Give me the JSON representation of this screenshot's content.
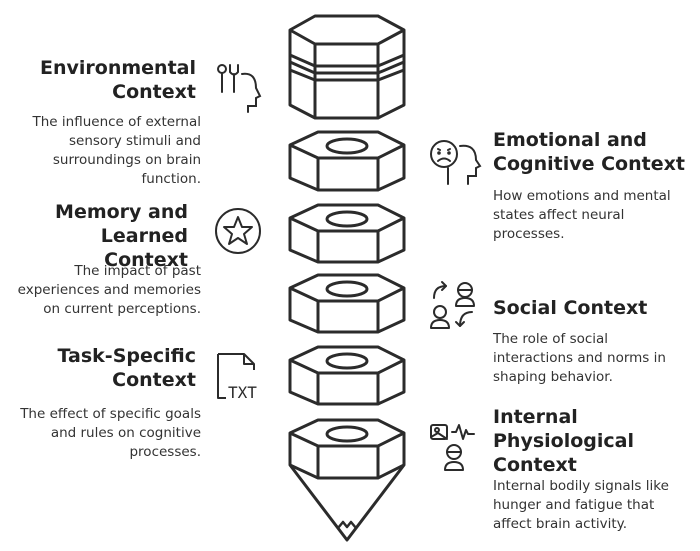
{
  "left_items": [
    {
      "title": "Environmental\nContext",
      "desc": "The influence of external\nsensory stimuli and\nsurroundings on brain\nfunction.",
      "icon": "nose-face-icon"
    },
    {
      "title": "Memory and\nLearned Context",
      "desc": "The impact of past\nexperiences and memories\non current perceptions.",
      "icon": "star-icon"
    },
    {
      "title": "Task-Specific\nContext",
      "desc": "The effect of specific goals\nand rules on cognitive\nprocesses.",
      "icon": "txt-file-icon",
      "icon_text": "TXT"
    }
  ],
  "right_items": [
    {
      "title": "Emotional and\nCognitive Context",
      "desc": "How emotions and mental\nstates affect neural\nprocesses.",
      "icon": "sad-face-head-icon"
    },
    {
      "title": "Social Context",
      "desc": "The role of social\ninteractions and norms in\nshaping behavior.",
      "icon": "people-exchange-icon"
    },
    {
      "title": "Internal\nPhysiological\nContext",
      "desc": "Internal bodily signals like\nhunger and fatigue that\naffect brain activity.",
      "icon": "body-signal-icon"
    }
  ],
  "colors": {
    "stroke": "#2b2b2b",
    "fill": "#ffffff",
    "text": "#222222"
  }
}
